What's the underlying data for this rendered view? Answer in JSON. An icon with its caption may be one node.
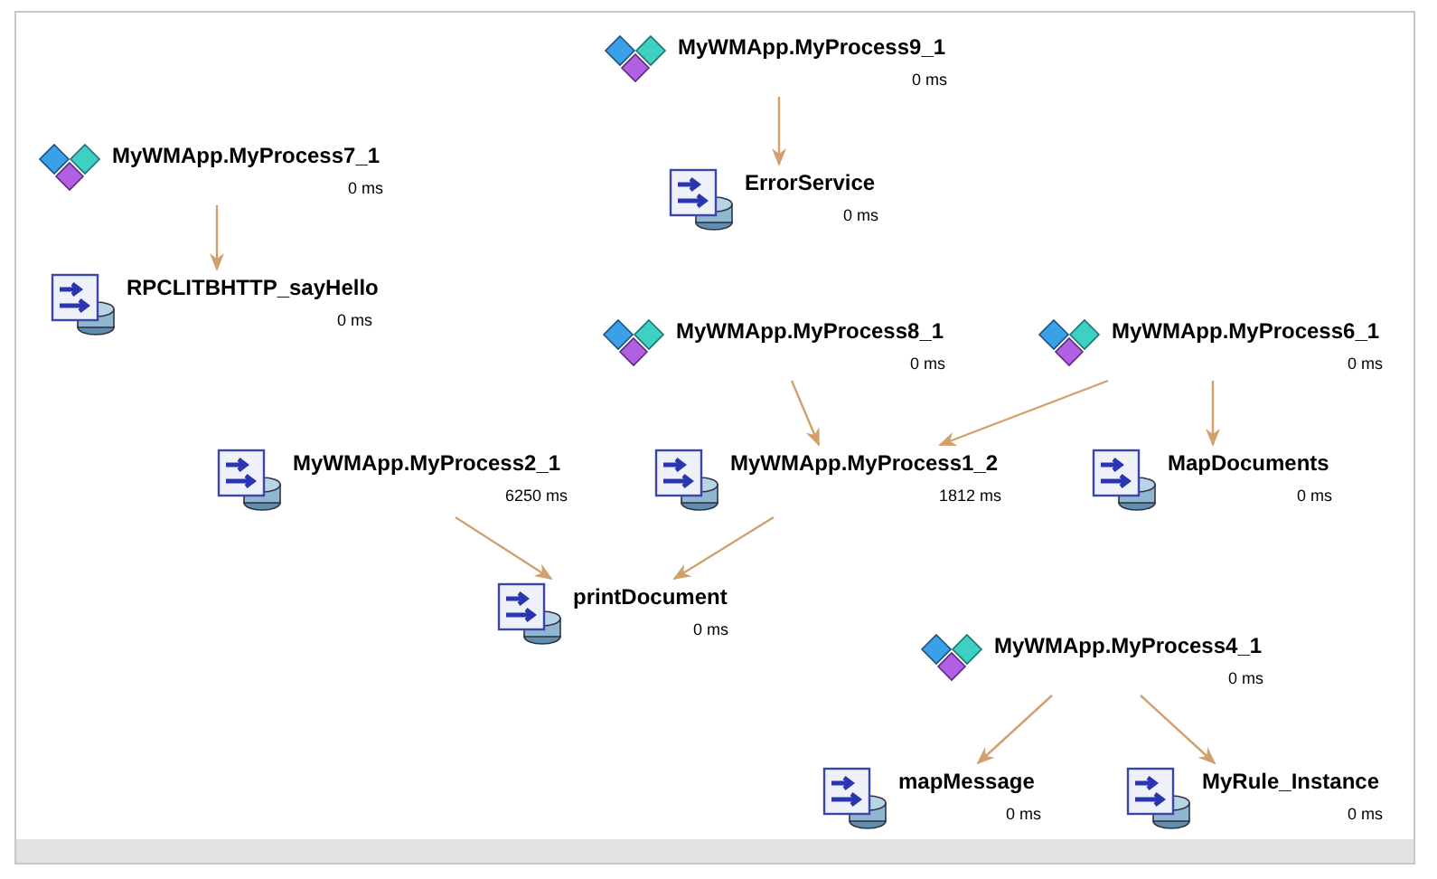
{
  "diagram": {
    "nodes": [
      {
        "text": [
          "MyWMApp.MyProcess9_1",
          "0 ms"
        ]
      },
      {
        "text": [
          "MyWMApp.MyProcess7_1",
          "0 ms"
        ]
      },
      {
        "text": [
          "ErrorService",
          "0 ms"
        ]
      },
      {
        "text": [
          "RPCLITBHTTP_sayHello",
          "0 ms"
        ]
      },
      {
        "text": [
          "MyWMApp.MyProcess8_1",
          "0 ms"
        ]
      },
      {
        "text": [
          "MyWMApp.MyProcess6_1",
          "0 ms"
        ]
      },
      {
        "text": [
          "MyWMApp.MyProcess2_1",
          "6250 ms"
        ]
      },
      {
        "text": [
          "MyWMApp.MyProcess1_2",
          "1812 ms"
        ]
      },
      {
        "text": [
          "MapDocuments",
          "0 ms"
        ]
      },
      {
        "text": [
          "printDocument",
          "0 ms"
        ]
      },
      {
        "text": [
          "MyWMApp.MyProcess4_1",
          "0 ms"
        ]
      },
      {
        "text": [
          "mapMessage",
          "0 ms"
        ]
      },
      {
        "text": [
          "MyRule_Instance",
          "0 ms"
        ]
      }
    ],
    "edges": [
      {
        "from": 0,
        "to": 2,
        "arrow": "to"
      },
      {
        "from": 1,
        "to": 3,
        "arrow": "to"
      },
      {
        "from": 4,
        "to": 7,
        "arrow": "to"
      },
      {
        "from": 5,
        "to": 7,
        "arrow": "to"
      },
      {
        "from": 5,
        "to": 8,
        "arrow": "to"
      },
      {
        "from": 6,
        "to": 9,
        "arrow": "to"
      },
      {
        "from": 7,
        "to": 9,
        "arrow": "to"
      },
      {
        "from": 10,
        "to": 11,
        "arrow": "to"
      },
      {
        "from": 10,
        "to": 12,
        "arrow": "to"
      }
    ]
  }
}
